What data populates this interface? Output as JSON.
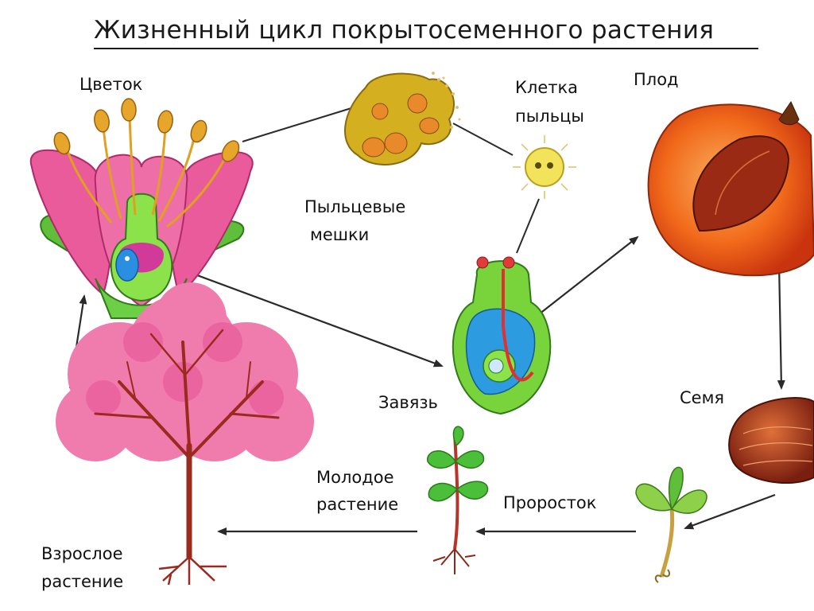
{
  "title": "Жизненный цикл покрытосеменного растения",
  "labels": {
    "flower": "Цветок",
    "pollen_sacs_1": "Пыльцевые",
    "pollen_sacs_2": "мешки",
    "pollen_cell_1": "Клетка",
    "pollen_cell_2": "пыльцы",
    "fruit": "Плод",
    "ovary": "Завязь",
    "seed": "Семя",
    "sprout": "Проросток",
    "young_plant_1": "Молодое",
    "young_plant_2": "растение",
    "adult_plant_1": "Взрослое",
    "adult_plant_2": "растение"
  },
  "icons": {
    "flower": "flower-icon",
    "pollen_sacs": "pollen-sacs-icon",
    "pollen_cell": "pollen-cell-icon",
    "ovary": "ovary-icon",
    "fruit": "fruit-icon",
    "seed": "seed-icon",
    "sprout": "sprout-icon",
    "young_plant": "young-plant-icon",
    "tree": "tree-icon"
  },
  "colors": {
    "petal": "#e95b9a",
    "leaf_green": "#5fbf3a",
    "anther": "#e0a020",
    "fruit": "#f26a1b",
    "seed": "#a8341a",
    "tree_blossom": "#f07cae",
    "trunk": "#9b2a1e",
    "arrow": "#2a2a2a"
  }
}
